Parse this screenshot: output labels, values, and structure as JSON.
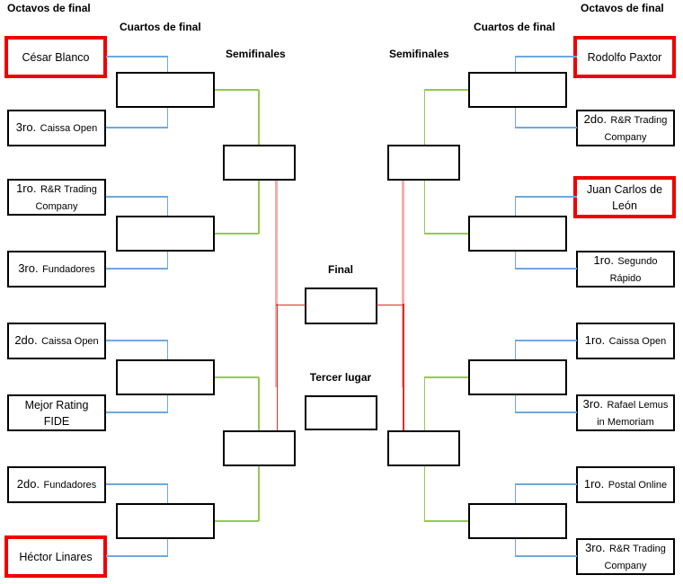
{
  "headers": {
    "octavos_left": "Octavos de final",
    "cuartos_left": "Cuartos de final",
    "semifinales_left": "Semifinales",
    "semifinales_right": "Semifinales",
    "cuartos_right": "Cuartos de final",
    "octavos_right": "Octavos de final",
    "final_label": "Final",
    "tercer_lugar_label": "Tercer lugar"
  },
  "left_players": [
    {
      "prefix": "",
      "name": "César Blanco",
      "highlighted": true
    },
    {
      "prefix": "3ro.",
      "name": "Caissa Open",
      "highlighted": false
    },
    {
      "prefix": "1ro.",
      "name": "R&R Trading Company",
      "highlighted": false
    },
    {
      "prefix": "3ro.",
      "name": "Fundadores",
      "highlighted": false
    },
    {
      "prefix": "2do.",
      "name": "Caissa Open",
      "highlighted": false
    },
    {
      "prefix": "",
      "name": "Mejor Rating FIDE",
      "highlighted": false
    },
    {
      "prefix": "2do.",
      "name": "Fundadores",
      "highlighted": false
    },
    {
      "prefix": "",
      "name": "Héctor Linares",
      "highlighted": true
    }
  ],
  "right_players": [
    {
      "prefix": "",
      "name": "Rodolfo Paxtor",
      "highlighted": true
    },
    {
      "prefix": "2do.",
      "name": "R&R Trading Company",
      "highlighted": false
    },
    {
      "prefix": "",
      "name": "Juan Carlos de León",
      "highlighted": true
    },
    {
      "prefix": "1ro.",
      "name": "Segundo Rápido",
      "highlighted": false
    },
    {
      "prefix": "1ro.",
      "name": "Caissa Open",
      "highlighted": false
    },
    {
      "prefix": "3ro.",
      "name": "Rafael Lemus in Memoriam",
      "highlighted": false
    },
    {
      "prefix": "1ro.",
      "name": "Postal Online",
      "highlighted": false
    },
    {
      "prefix": "3ro.",
      "name": "R&R Trading Company",
      "highlighted": false
    }
  ],
  "empty_slots": {
    "quarterfinals_per_side": 4,
    "semifinals_per_side": 2,
    "final": 1,
    "third_place": 1
  },
  "colors": {
    "connector_blue": "#6FA8DC",
    "connector_green": "#94C94F",
    "connector_red": "#E02D26",
    "connector_pink": "#F6ACA9",
    "highlight_red": "#EE0000",
    "box_border": "#000000",
    "text": "#000000",
    "background": "#FFFFFF"
  }
}
